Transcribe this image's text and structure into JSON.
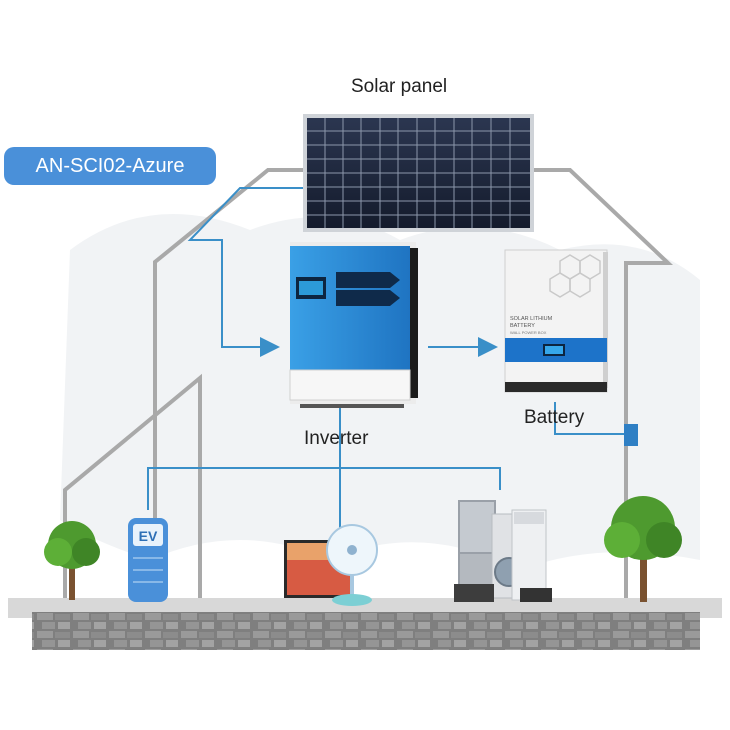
{
  "badge": {
    "text": "AN-SCI02-Azure"
  },
  "labels": {
    "solar_panel": "Solar panel",
    "inverter": "Inverter",
    "battery": "Battery"
  },
  "battery_device": {
    "line1": "SOLAR LITHIUM",
    "line2": "BATTERY",
    "line3": "WALL POWER BOX"
  },
  "ev_charger": {
    "text": "EV"
  },
  "colors": {
    "badge": "#4a90d9",
    "wire": "#3a8fc8",
    "house_outline": "#a9a9a9",
    "inverter_blue": "#2f8fd8",
    "battery_band": "#1d73c9",
    "ground_stone": "#8a8a8a"
  }
}
